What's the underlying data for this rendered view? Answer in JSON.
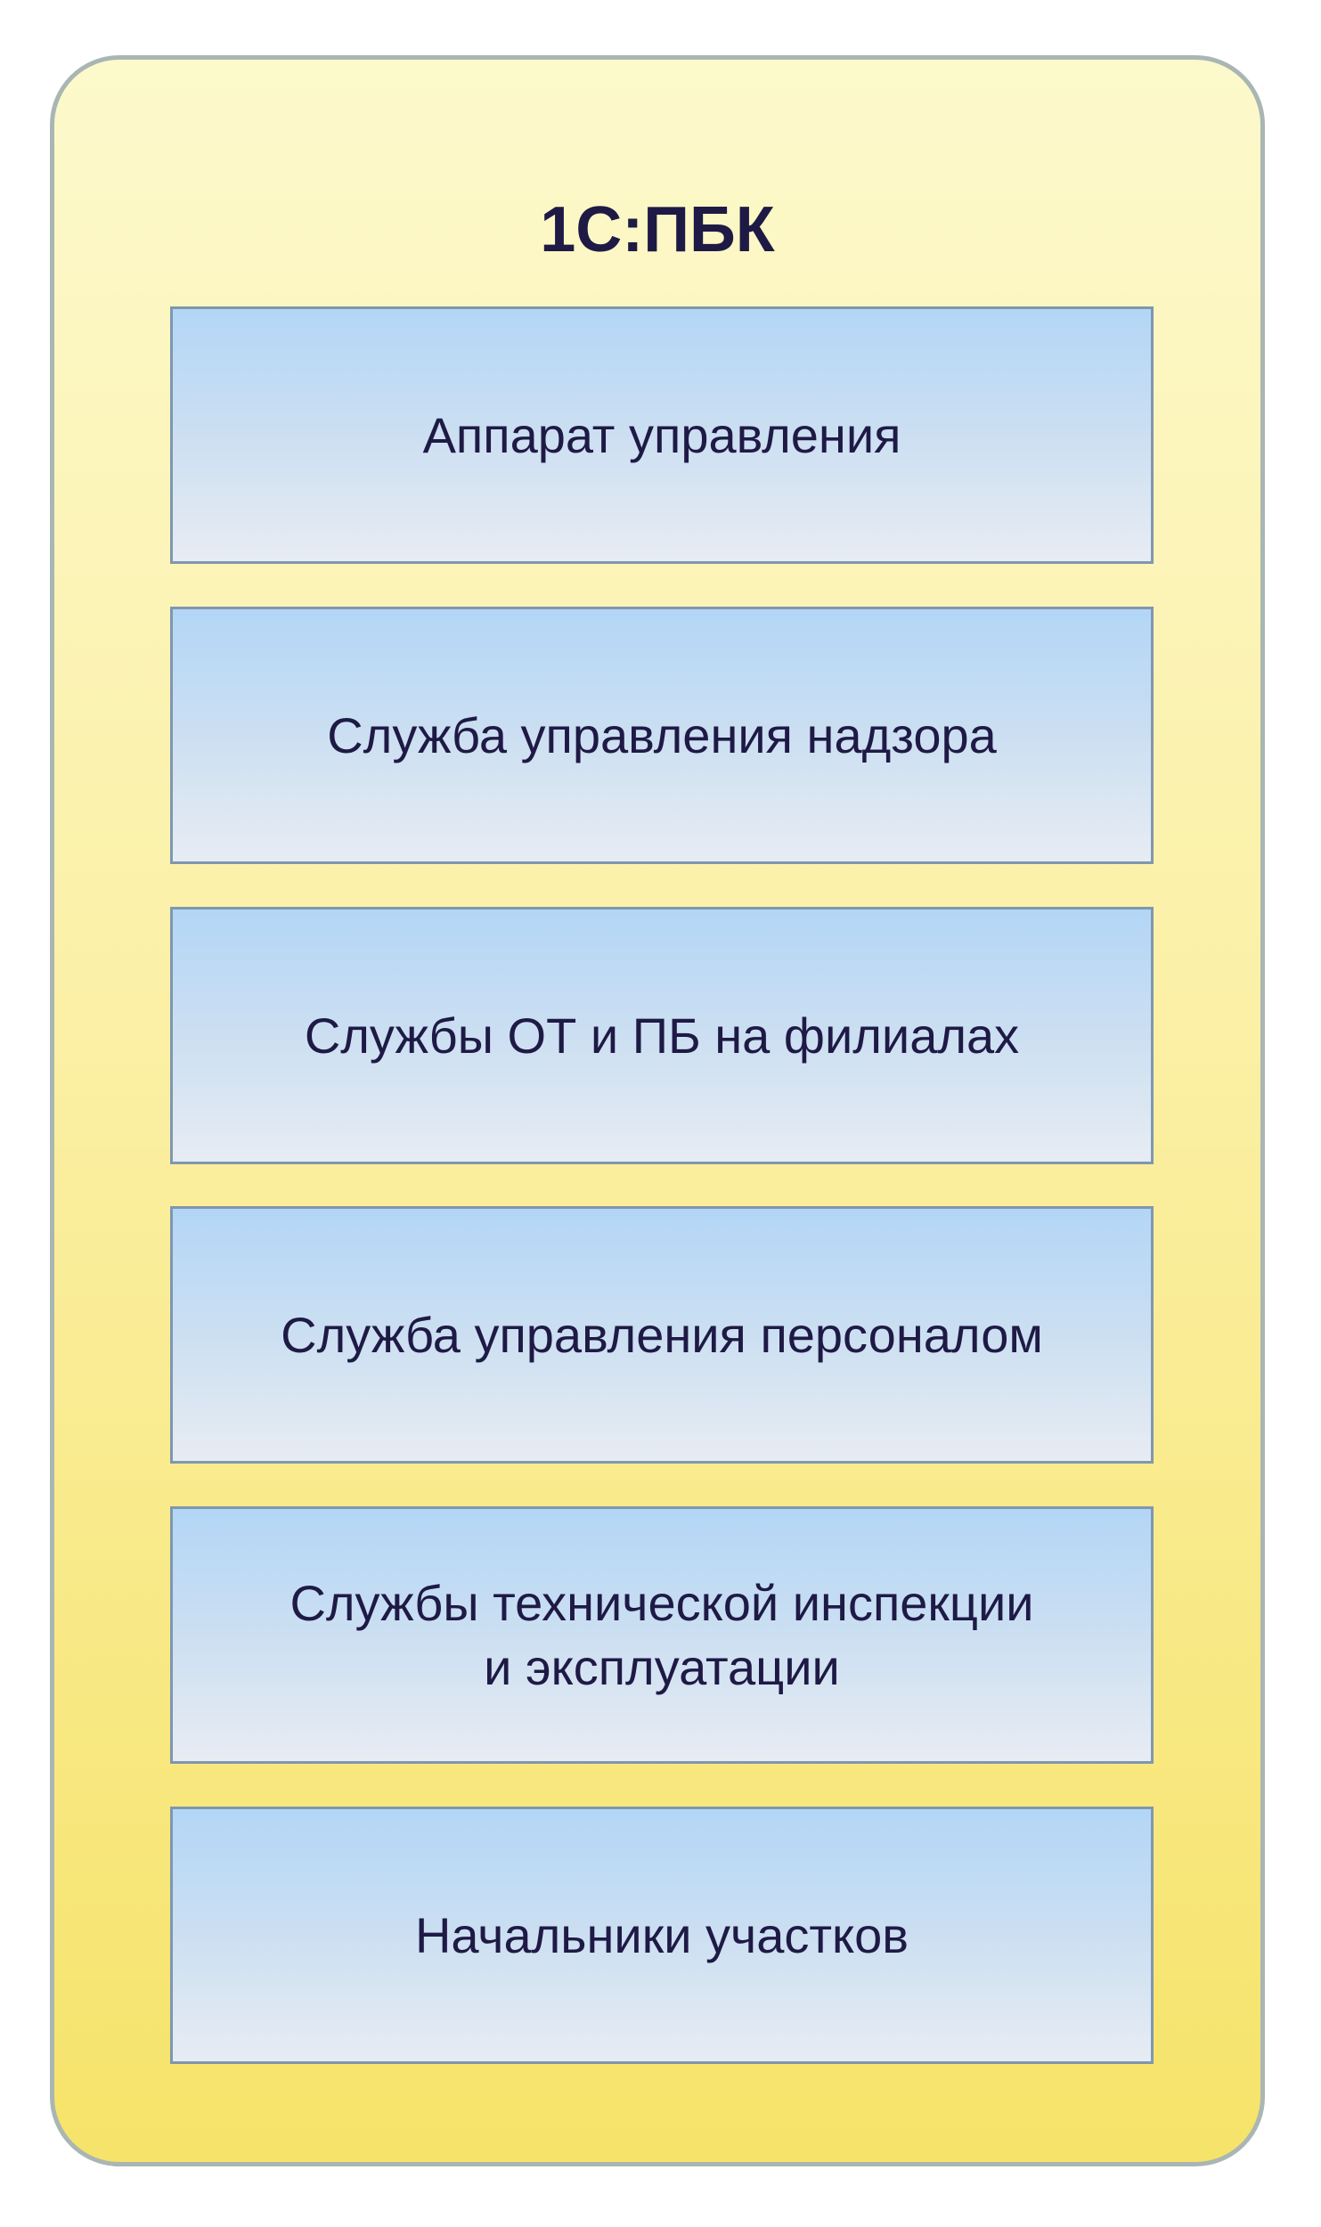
{
  "diagram": {
    "title": "1С:ПБК",
    "units": [
      {
        "label": "Аппарат управления"
      },
      {
        "label": "Служба управления надзора"
      },
      {
        "label": "Службы ОТ и ПБ на филиалах"
      },
      {
        "label": "Служба управления персоналом"
      },
      {
        "label": "Службы технической инспекции\nи эксплуатации"
      },
      {
        "label": "Начальники участков"
      }
    ]
  },
  "colors": {
    "container_fill_top": "#fcf9cc",
    "container_fill_bottom": "#f6e36a",
    "container_border": "#a9b6b3",
    "box_fill_top": "#b3d6f6",
    "box_fill_bottom": "#e7ecf3",
    "box_border": "#7f97ae",
    "text": "#1e1a45"
  }
}
